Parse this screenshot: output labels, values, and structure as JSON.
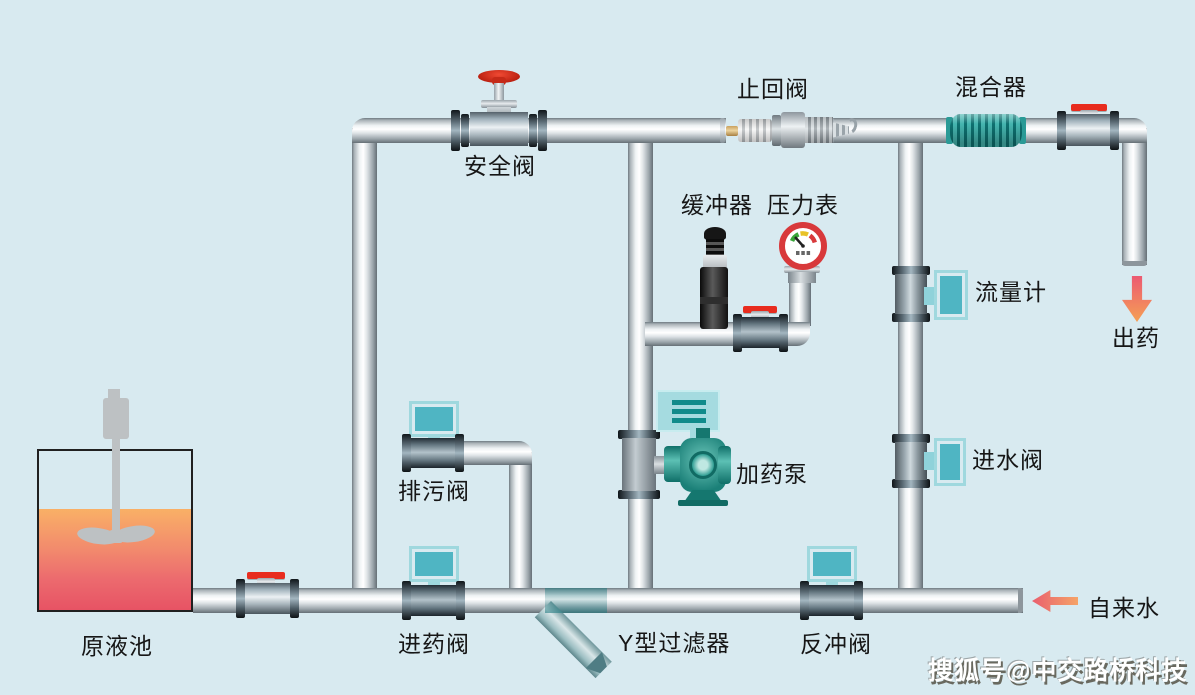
{
  "labels": {
    "safety_valve": "安全阀",
    "check_valve": "止回阀",
    "mixer": "混合器",
    "buffer": "缓冲器",
    "pressure_gauge": "压力表",
    "flow_meter": "流量计",
    "dose_out": "出药",
    "water_inlet_valve": "进水阀",
    "dosing_pump": "加药泵",
    "drain_valve": "排污阀",
    "raw_liquid_tank": "原液池",
    "dose_inlet_valve": "进药阀",
    "y_strainer": "Y型过滤器",
    "backflush_valve": "反冲阀",
    "tap_water": "自来水"
  },
  "watermark": "搜狐号@中交路桥科技",
  "icons": {
    "dose_out_arrow": "down-arrow",
    "tap_water_arrow": "left-arrow"
  },
  "colors": {
    "background": "#d8eaf0",
    "pipe_gray": "#c9d1d5",
    "accent_teal": "#2a9b9b",
    "screen_teal": "#4fb5c3",
    "screen_frame_teal": "#9fd8de",
    "handle_red": "#e82c1e",
    "gauge_ring_red": "#d8393b",
    "arrow_pink": "#ec5a72",
    "arrow_orange": "#f5a054",
    "liquid_top": "#f9b066",
    "liquid_bottom": "#e75364",
    "pump_teal": "#1b8078"
  }
}
